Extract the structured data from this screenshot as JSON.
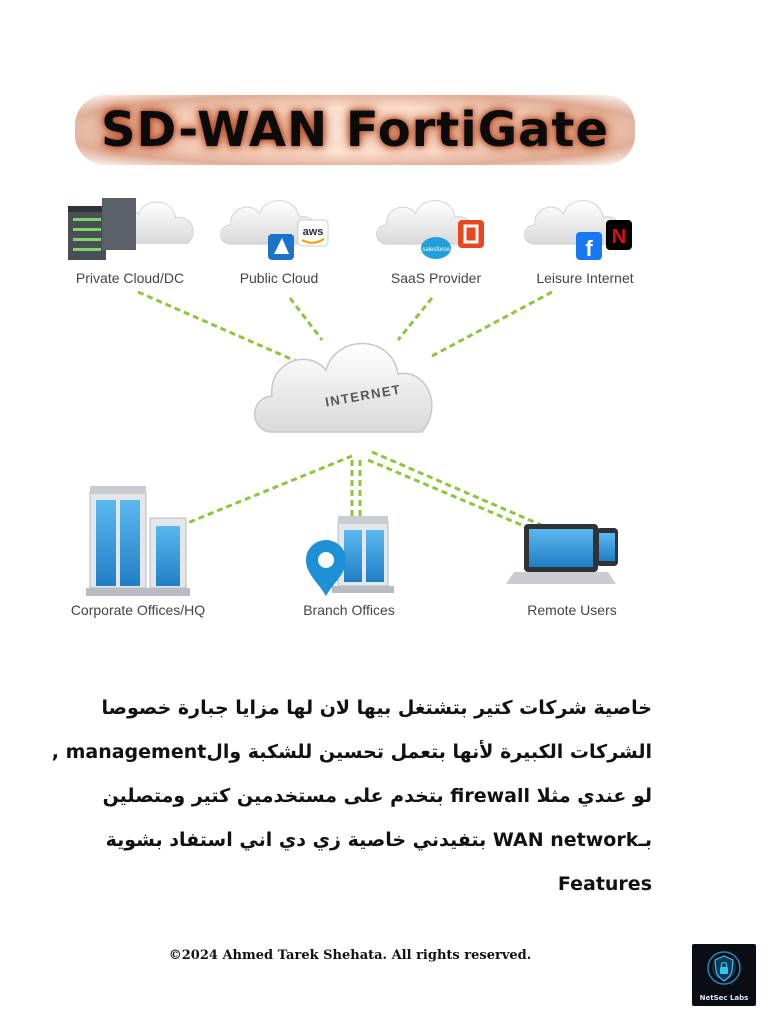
{
  "title": "SD-WAN FortiGate",
  "diagram": {
    "top_nodes": [
      {
        "label": "Private Cloud/DC"
      },
      {
        "label": "Public Cloud",
        "badge": "aws"
      },
      {
        "label": "SaaS Provider",
        "badge": "salesforce"
      },
      {
        "label": "Leisure Internet"
      }
    ],
    "center": {
      "label": "INTERNET"
    },
    "bottom_nodes": [
      {
        "label": "Corporate Offices/HQ"
      },
      {
        "label": "Branch Offices"
      },
      {
        "label": "Remote Users"
      }
    ],
    "colors": {
      "link": "#8cc63f",
      "cloud": "#eeeeee",
      "building": "#3a9bd9",
      "server": "#555a60"
    }
  },
  "body_lines": [
    "خاصية شركات كتير بتشتغل بيها لان لها مزايا جبارة خصوصا",
    "الشركات الكبيرة لأنها بتعمل تحسين للشكبة والmanagement  ,",
    "لو عندي مثلا firewall بتخدم على مستخدمين كتير ومتصلين",
    "بـWAN network بتفيدني خاصية زي دي اني استفاد بشوية",
    "Features"
  ],
  "footer": "©2024 Ahmed Tarek Shehata. All rights reserved.",
  "logo_text": "NetSec Labs"
}
